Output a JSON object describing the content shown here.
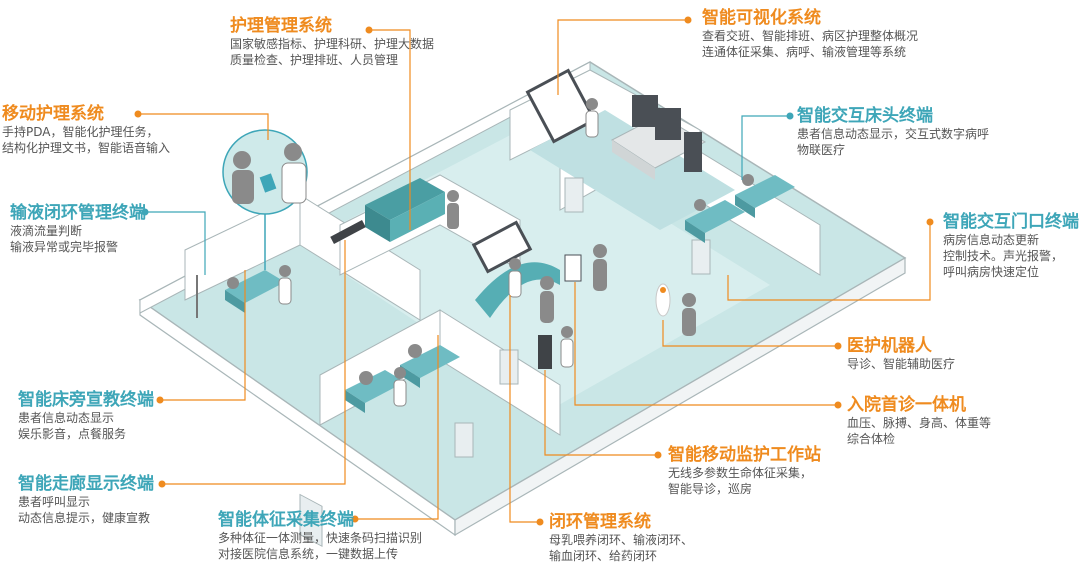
{
  "colors": {
    "orange": "#ef8b1f",
    "teal": "#3ea6b8",
    "floor": "#c9e6e6",
    "wall": "#ffffff",
    "wall_edge": "#a9b6b8",
    "bed": "#6fbcc3",
    "person": "#8a8a8a"
  },
  "labels": {
    "nursing_mgmt": {
      "title": "护理管理系统",
      "lines": [
        "国家敏感指标、护理科研、护理大数据",
        "质量检查、护理排班、人员管理"
      ]
    },
    "smart_visual": {
      "title": "智能可视化系统",
      "lines": [
        "查看交班、智能排班、病区护理整体概况",
        "连通体征采集、病呼、输液管理等系统"
      ]
    },
    "mobile_nursing": {
      "title": "移动护理系统",
      "lines": [
        "手持PDA，智能化护理任务，",
        "结构化护理文书，智能语音输入"
      ]
    },
    "bedside_terminal": {
      "title": "智能交互床头终端",
      "lines": [
        "患者信息动态显示，交互式数字病呼",
        "物联医疗"
      ]
    },
    "infusion": {
      "title": "输液闭环管理终端",
      "lines": [
        "液滴流量判断",
        "输液异常或完毕报警"
      ]
    },
    "door_terminal": {
      "title": "智能交互门口终端",
      "lines": [
        "病房信息动态更新",
        "控制技术。声光报警，",
        "呼叫病房快速定位"
      ]
    },
    "robot": {
      "title": "医护机器人",
      "lines": [
        "导诊、智能辅助医疗"
      ]
    },
    "bedside_edu": {
      "title": "智能床旁宣教终端",
      "lines": [
        "患者信息动态显示",
        "娱乐影音，点餐服务"
      ]
    },
    "admission": {
      "title": "入院首诊一体机",
      "lines": [
        "血压、脉搏、身高、体重等",
        "综合体检"
      ]
    },
    "mobile_station": {
      "title": "智能移动监护工作站",
      "lines": [
        "无线多参数生命体征采集，",
        "智能导诊，巡房"
      ]
    },
    "corridor": {
      "title": "智能走廊显示终端",
      "lines": [
        "患者呼叫显示",
        "动态信息提示，健康宣教"
      ]
    },
    "vitals": {
      "title": "智能体征采集终端",
      "lines": [
        "多种体征一体测量，快速条码扫描识别",
        "对接医院信息系统，一键数据上传"
      ]
    },
    "closed_loop": {
      "title": "闭环管理系统",
      "lines": [
        "母乳喂养闭环、输液闭环、",
        "输血闭环、给药闭环"
      ]
    }
  }
}
